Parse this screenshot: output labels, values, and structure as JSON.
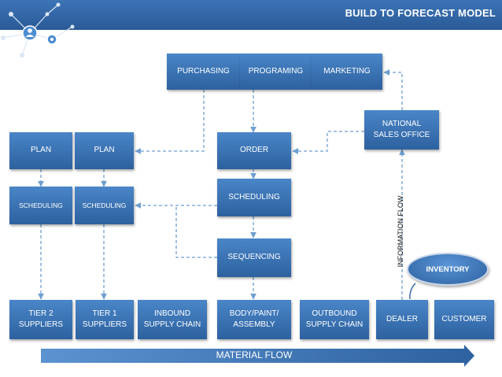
{
  "header": {
    "title": "BUILD TO FORECAST MODEL"
  },
  "top_departments": {
    "purchasing": "PURCHASING",
    "programing": "PROGRAMING",
    "marketing": "MARKETING"
  },
  "national_sales_office": "NATIONAL\nSALES OFFICE",
  "plan_tier2": "PLAN",
  "plan_tier1": "PLAN",
  "order": "ORDER",
  "scheduling_tier2": "SCHEDULING",
  "scheduling_tier1": "SCHEDULING",
  "scheduling_center": "SCHEDULING",
  "sequencing": "SEQUENCING",
  "information_flow": "INFORMATION FLOW",
  "inventory": "INVENTORY",
  "chain": {
    "tier2": "TIER 2\nSUPPLIERS",
    "tier1": "TIER 1\nSUPPLIERS",
    "inbound": "INBOUND\nSUPPLY CHAIN",
    "body": "BODY/PAINT/\nASSEMBLY",
    "outbound": "OUTBOUND\nSUPPLY CHAIN",
    "dealer": "DEALER",
    "customer": "CUSTOMER"
  },
  "material_flow": "MATERIAL FLOW",
  "colors": {
    "box_top": "#4a86c8",
    "box_bottom": "#2d619f",
    "header": "#3c74b6",
    "connector": "#6f9fd0"
  },
  "icons": [
    "network-logo-icon"
  ]
}
